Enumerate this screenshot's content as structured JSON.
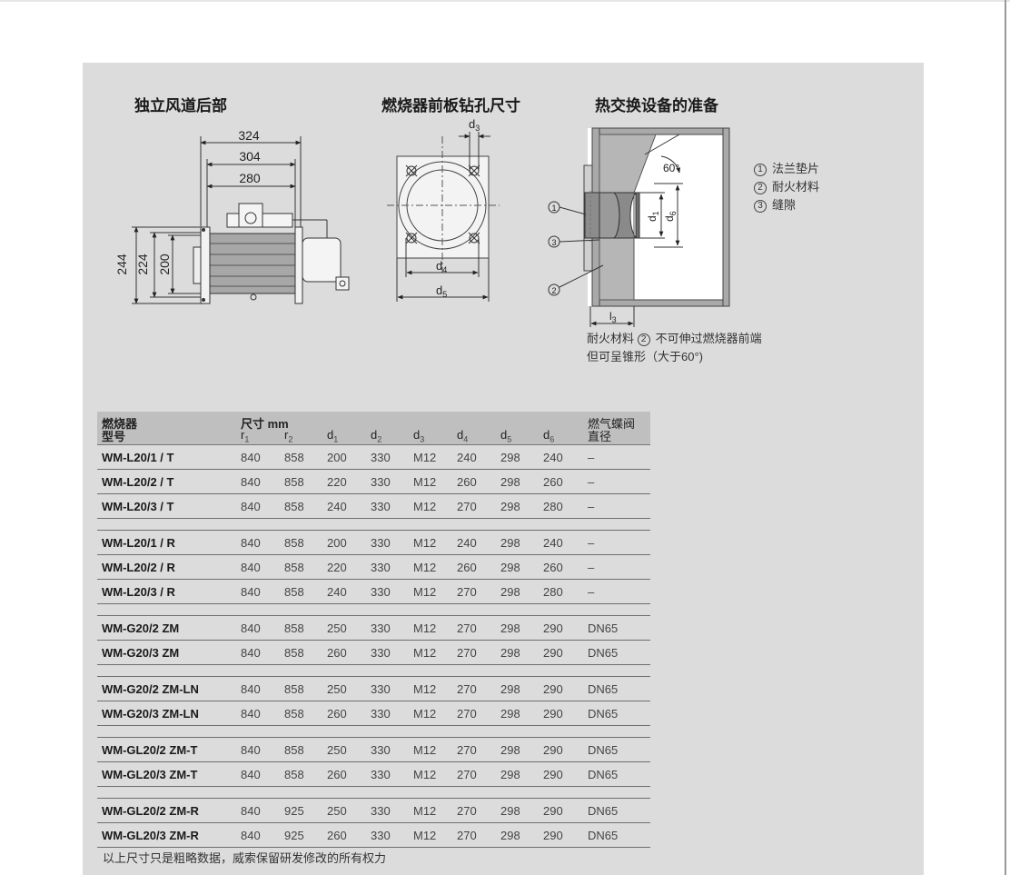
{
  "headings": {
    "left": "独立风道后部",
    "middle": "燃烧器前板钻孔尺寸",
    "right": "热交换设备的准备"
  },
  "drawing_left": {
    "dim_324": "324",
    "dim_304": "304",
    "dim_280": "280",
    "dim_244": "244",
    "dim_224": "224",
    "dim_200": "200"
  },
  "drawing_middle": {
    "d3": "d",
    "d3_sub": "3",
    "d4": "d",
    "d4_sub": "4",
    "d5": "d",
    "d5_sub": "5"
  },
  "drawing_right": {
    "angle": "60°",
    "d1": "d",
    "d1_sub": "1",
    "d6": "d",
    "d6_sub": "6",
    "l3": "l",
    "l3_sub": "3",
    "c1": "1",
    "c2": "2",
    "c3": "3"
  },
  "legend": [
    {
      "num": "1",
      "text": "法兰垫片"
    },
    {
      "num": "2",
      "text": "耐火材料"
    },
    {
      "num": "3",
      "text": "缝隙"
    }
  ],
  "note": {
    "line1_a": "耐火材料",
    "line1_num": "2",
    "line1_b": "不可伸过燃烧器前端",
    "line2": "但可呈锥形（大于60°)"
  },
  "table": {
    "header": {
      "burner_1": "燃烧器",
      "burner_2": "型号",
      "size": "尺寸 mm",
      "gas_1": "燃气蝶阀",
      "gas_2": "直径",
      "cols": [
        {
          "base": "r",
          "sub": "1"
        },
        {
          "base": "r",
          "sub": "2"
        },
        {
          "base": "d",
          "sub": "1"
        },
        {
          "base": "d",
          "sub": "2"
        },
        {
          "base": "d",
          "sub": "3"
        },
        {
          "base": "d",
          "sub": "4"
        },
        {
          "base": "d",
          "sub": "5"
        },
        {
          "base": "d",
          "sub": "6"
        }
      ]
    },
    "groups": [
      [
        {
          "model": "WM-L20/1 / T",
          "r1": "840",
          "r2": "858",
          "d1": "200",
          "d2": "330",
          "d3": "M12",
          "d4": "240",
          "d5": "298",
          "d6": "240",
          "gas": "–"
        },
        {
          "model": "WM-L20/2 / T",
          "r1": "840",
          "r2": "858",
          "d1": "220",
          "d2": "330",
          "d3": "M12",
          "d4": "260",
          "d5": "298",
          "d6": "260",
          "gas": "–"
        },
        {
          "model": "WM-L20/3 / T",
          "r1": "840",
          "r2": "858",
          "d1": "240",
          "d2": "330",
          "d3": "M12",
          "d4": "270",
          "d5": "298",
          "d6": "280",
          "gas": "–"
        }
      ],
      [
        {
          "model": "WM-L20/1 / R",
          "r1": "840",
          "r2": "858",
          "d1": "200",
          "d2": "330",
          "d3": "M12",
          "d4": "240",
          "d5": "298",
          "d6": "240",
          "gas": "–"
        },
        {
          "model": "WM-L20/2 / R",
          "r1": "840",
          "r2": "858",
          "d1": "220",
          "d2": "330",
          "d3": "M12",
          "d4": "260",
          "d5": "298",
          "d6": "260",
          "gas": "–"
        },
        {
          "model": "WM-L20/3 / R",
          "r1": "840",
          "r2": "858",
          "d1": "240",
          "d2": "330",
          "d3": "M12",
          "d4": "270",
          "d5": "298",
          "d6": "280",
          "gas": "–"
        }
      ],
      [
        {
          "model": "WM-G20/2 ZM",
          "r1": "840",
          "r2": "858",
          "d1": "250",
          "d2": "330",
          "d3": "M12",
          "d4": "270",
          "d5": "298",
          "d6": "290",
          "gas": "DN65"
        },
        {
          "model": "WM-G20/3 ZM",
          "r1": "840",
          "r2": "858",
          "d1": "260",
          "d2": "330",
          "d3": "M12",
          "d4": "270",
          "d5": "298",
          "d6": "290",
          "gas": "DN65"
        }
      ],
      [
        {
          "model": "WM-G20/2 ZM-LN",
          "r1": "840",
          "r2": "858",
          "d1": "250",
          "d2": "330",
          "d3": "M12",
          "d4": "270",
          "d5": "298",
          "d6": "290",
          "gas": "DN65"
        },
        {
          "model": "WM-G20/3 ZM-LN",
          "r1": "840",
          "r2": "858",
          "d1": "260",
          "d2": "330",
          "d3": "M12",
          "d4": "270",
          "d5": "298",
          "d6": "290",
          "gas": "DN65"
        }
      ],
      [
        {
          "model": "WM-GL20/2 ZM-T",
          "r1": "840",
          "r2": "858",
          "d1": "250",
          "d2": "330",
          "d3": "M12",
          "d4": "270",
          "d5": "298",
          "d6": "290",
          "gas": "DN65"
        },
        {
          "model": "WM-GL20/3 ZM-T",
          "r1": "840",
          "r2": "858",
          "d1": "260",
          "d2": "330",
          "d3": "M12",
          "d4": "270",
          "d5": "298",
          "d6": "290",
          "gas": "DN65"
        }
      ],
      [
        {
          "model": "WM-GL20/2 ZM-R",
          "r1": "840",
          "r2": "925",
          "d1": "250",
          "d2": "330",
          "d3": "M12",
          "d4": "270",
          "d5": "298",
          "d6": "290",
          "gas": "DN65"
        },
        {
          "model": "WM-GL20/3 ZM-R",
          "r1": "840",
          "r2": "925",
          "d1": "260",
          "d2": "330",
          "d3": "M12",
          "d4": "270",
          "d5": "298",
          "d6": "290",
          "gas": "DN65"
        }
      ]
    ]
  },
  "footnote": "以上尺寸只是粗略数据，威索保留研发修改的所有权力"
}
